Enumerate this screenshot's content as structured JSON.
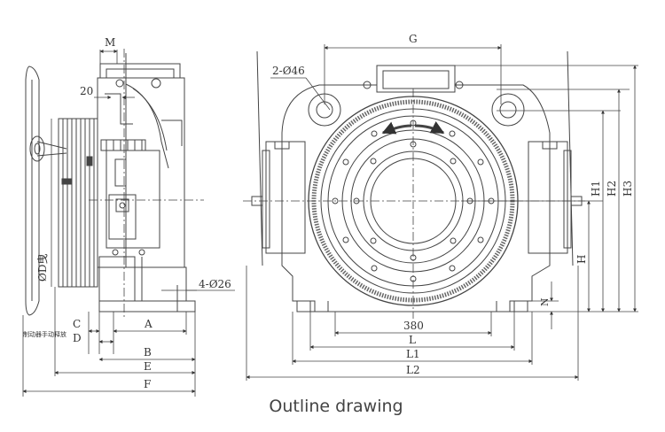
{
  "caption": "Outline drawing",
  "side_view": {
    "labels": {
      "M": "M",
      "dim_20": "20",
      "od": "ØD曳",
      "holes": "4-Ø26",
      "C": "C",
      "D": "D",
      "A": "A",
      "B": "B",
      "E": "E",
      "F": "F",
      "left_note": "制动器手动释放"
    }
  },
  "front_view": {
    "labels": {
      "G": "G",
      "holes_2": "2-Ø46",
      "dim_380": "380",
      "L": "L",
      "L1": "L1",
      "L2": "L2",
      "H": "H",
      "H1": "H1",
      "H2": "H2",
      "H3": "H3",
      "N": "N"
    }
  }
}
